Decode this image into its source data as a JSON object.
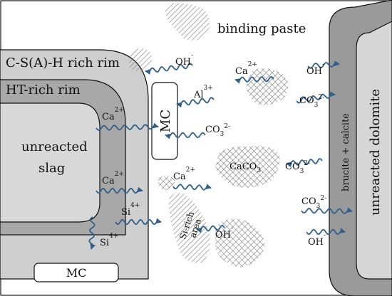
{
  "colors": {
    "outer_rim": "#cfcfcf",
    "middle_rim": "#a8a8a8",
    "inner_rim": "#888888",
    "slag_core": "#d8d8d8",
    "dolomite_outer": "#9a9a9a",
    "dolomite_inner": "#d6d6d6",
    "stroke": "#111111",
    "wave_arrow": "#2f5f8a",
    "hatch": "#999999"
  },
  "slag_particle": {
    "outer_rim_label": "C-S(A)-H rich rim",
    "middle_rim_label": "HT-rich rim",
    "core_label_line1": "unreacted",
    "core_label_line2": "slag"
  },
  "dolomite_particle": {
    "rim_label": "brucite + calcite",
    "core_label": "unreacted dolomite"
  },
  "paste": {
    "title": "binding paste",
    "mc_right_label": "MC",
    "mc_bottom_label": "MC",
    "si_rich_label_line1": "Si-rich",
    "si_rich_label_line2": "area",
    "caco3_label": "CaCO",
    "caco3_sub": "3"
  },
  "ions": [
    {
      "id": "ion-oh-top",
      "base": "OH",
      "sup": "-",
      "sub": ""
    },
    {
      "id": "ion-ca-top",
      "base": "Ca",
      "sup": "2+",
      "sub": ""
    },
    {
      "id": "ion-oh-dolomite-top",
      "base": "OH",
      "sup": "-",
      "sub": ""
    },
    {
      "id": "ion-co3-dolomite-top",
      "base": "CO",
      "sup": "2-",
      "sub": "3"
    },
    {
      "id": "ion-al",
      "base": "Al",
      "sup": "3+",
      "sub": ""
    },
    {
      "id": "ion-ca-slag-1",
      "base": "Ca",
      "sup": "2+",
      "sub": ""
    },
    {
      "id": "ion-co3-mc",
      "base": "CO",
      "sup": "2-",
      "sub": "3"
    },
    {
      "id": "ion-co3-mid",
      "base": "CO",
      "sup": "2-",
      "sub": "3"
    },
    {
      "id": "ion-ca-slag-2",
      "base": "Ca",
      "sup": "2+",
      "sub": ""
    },
    {
      "id": "ion-ca-mid",
      "base": "Ca",
      "sup": "2+",
      "sub": ""
    },
    {
      "id": "ion-si-right",
      "base": "Si",
      "sup": "4+",
      "sub": ""
    },
    {
      "id": "ion-si-down",
      "base": "Si",
      "sup": "4+",
      "sub": ""
    },
    {
      "id": "ion-oh-mid",
      "base": "OH",
      "sup": "-",
      "sub": ""
    },
    {
      "id": "ion-co3-dolomite-bottom",
      "base": "CO",
      "sup": "2-",
      "sub": "3"
    },
    {
      "id": "ion-oh-dolomite-bottom",
      "base": "OH",
      "sup": "-",
      "sub": ""
    }
  ]
}
